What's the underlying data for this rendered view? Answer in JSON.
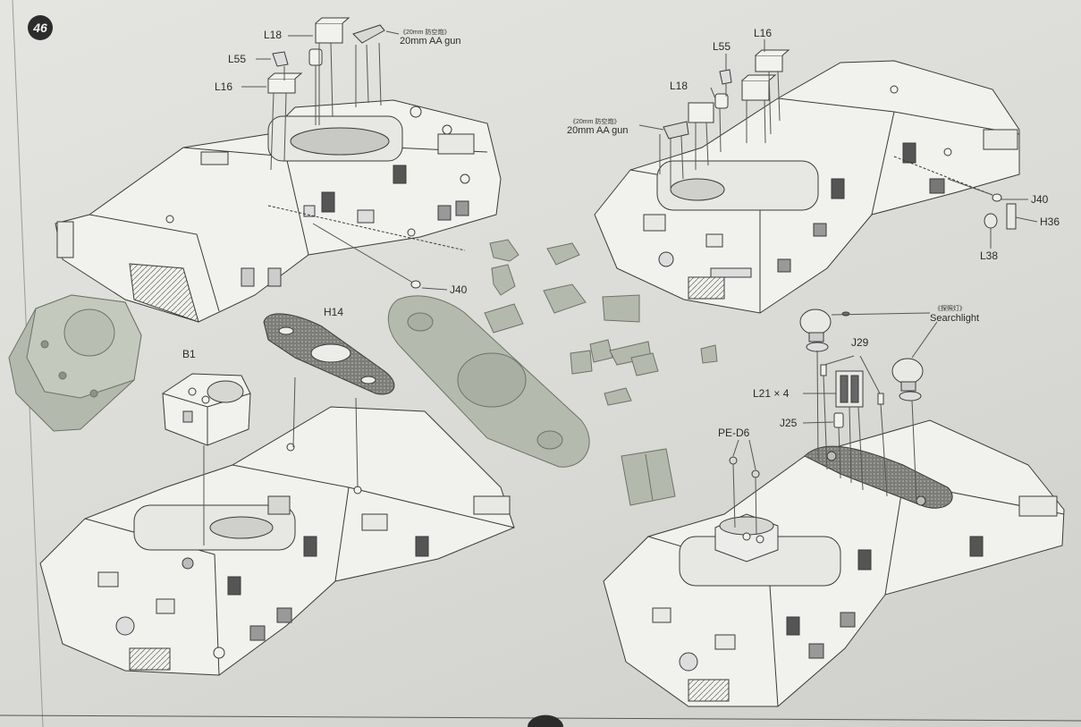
{
  "step_number": "46",
  "labels": {
    "tl_l18": "L18",
    "tl_l55": "L55",
    "tl_l16": "L16",
    "tl_gun_cn": "《20mm 防空炮》",
    "tl_gun_en": "20mm AA gun",
    "mid_j40": "J40",
    "tr_l55": "L55",
    "tr_l16": "L16",
    "tr_l18": "L18",
    "tr_gun_cn": "《20mm 防空炮》",
    "tr_gun_en": "20mm AA gun",
    "tr_j40": "J40",
    "tr_h36": "H36",
    "tr_l38": "L38",
    "h14": "H14",
    "b1": "B1",
    "search_cn": "《探照灯》",
    "search_en": "Searchlight",
    "j29": "J29",
    "l21": "L21 × 4",
    "j25": "J25",
    "pe_d6": "PE-D6"
  },
  "colors": {
    "paper": "#e0e0dc",
    "line": "#3a3a3a",
    "part_grey": "#aab1a4",
    "hull_fill": "#f1f1ee"
  }
}
